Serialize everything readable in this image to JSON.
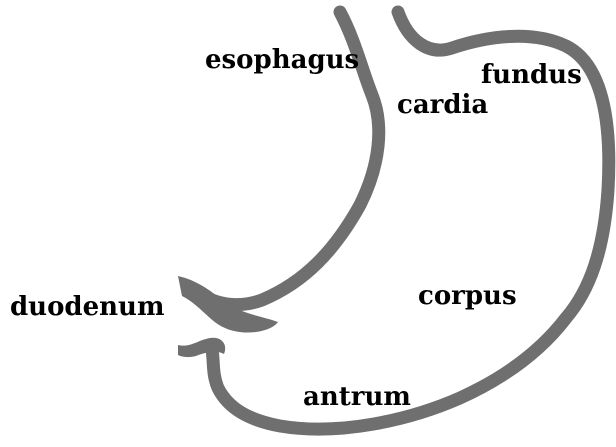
{
  "labels": {
    "esophagus": "esophagus",
    "cardia": "cardia",
    "fundus": "fundus",
    "duodenum": "duodenum",
    "corpus": "corpus",
    "antrum": "antrum"
  },
  "colors": {
    "wall": "#6f6f6f",
    "background": "#ffffff",
    "text": "#000000"
  }
}
